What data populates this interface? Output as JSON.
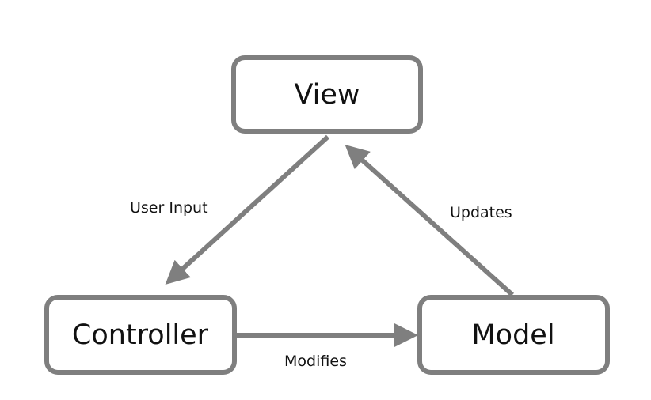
{
  "diagram": {
    "nodes": {
      "view": "View",
      "controller": "Controller",
      "model": "Model"
    },
    "edges": {
      "user_input": "User Input",
      "updates": "Updates",
      "modifies": "Modifies"
    }
  },
  "colors": {
    "stroke": "#7f7f7f",
    "text": "#111111",
    "background": "#ffffff"
  }
}
